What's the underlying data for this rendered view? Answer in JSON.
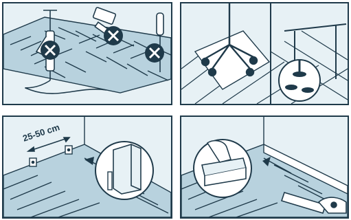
{
  "panels": [
    {
      "id": "no-tools"
    },
    {
      "id": "chair-protection"
    },
    {
      "id": "clip-spacing"
    },
    {
      "id": "skirting-installation"
    }
  ],
  "clip_spacing": {
    "label": "25-50 cm"
  },
  "colors": {
    "line": "#1f3a4a",
    "floor": "#b8d2de",
    "wall": "#e7f1f5",
    "accent": "#2c4a5c",
    "cross": "#1f3a4a"
  }
}
